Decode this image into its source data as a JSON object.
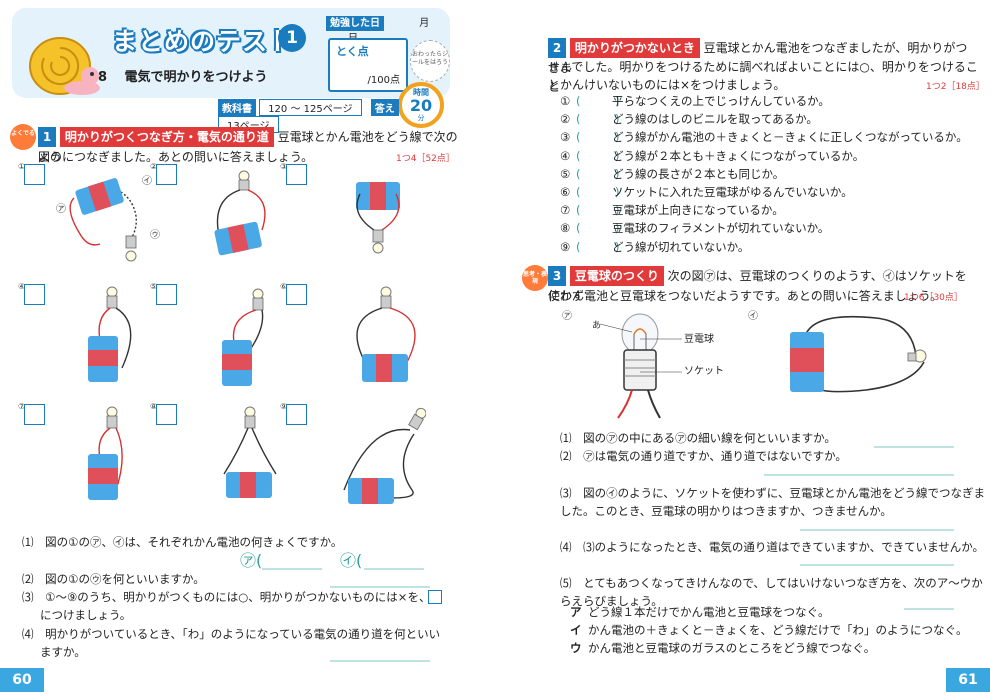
{
  "header": {
    "title": "まとめのテスト",
    "title_num": "1",
    "unit_num": "8",
    "unit_title": "電気で明かりをつけよう",
    "study_date_label": "勉強した日",
    "month": "月",
    "day": "日",
    "score_label": "とく点",
    "score_total": "/100点",
    "sticker_text": "おわったらシールをはろう",
    "time_label": "時間",
    "time_value": "20",
    "time_unit": "分",
    "textbook_label": "教科書",
    "textbook_pages": "120 ～ 125ページ",
    "answer_label": "答え",
    "answer_page": "13ページ"
  },
  "section1": {
    "num": "1",
    "badge": "よくでる",
    "title": "明かりがつくつなぎ方・電気の通り道",
    "text_line1": "豆電球とかん電池をどう線で次の図の",
    "text_line2": "ようにつなぎました。あとの問いに答えましょう。",
    "points": "1つ4［52点］",
    "figures": [
      "①",
      "②",
      "③",
      "④",
      "⑤",
      "⑥",
      "⑦",
      "⑧",
      "⑨"
    ],
    "labels_a": "㋐",
    "labels_i": "㋑",
    "labels_u": "㋒",
    "questions": [
      {
        "num": "⑴",
        "text": "図の①の㋐、㋑は、それぞれかん電池の何きょくですか。",
        "a1": "㋐(",
        "a2": "㋑("
      },
      {
        "num": "⑵",
        "text": "図の①の㋒を何といいますか。"
      },
      {
        "num": "⑶",
        "text1": "①～⑨のうち、明かりがつくものには○、明かりがつかないものには×を、",
        "text2": "につけましょう。"
      },
      {
        "num": "⑷",
        "text1": "明かりがついているとき、「わ」のようになっている電気の通り道を何といい",
        "text2": "ますか。"
      }
    ]
  },
  "section2": {
    "num": "2",
    "title": "明かりがつかないとき",
    "text_line1": "豆電球とかん電池をつなぎましたが、明かりがつきま",
    "text_line2": "せんでした。明かりをつけるために調べればよいことには○、明かりをつけること",
    "text_line3": "とかんけいないものには×をつけましょう。",
    "points": "1つ2［18点］",
    "items": [
      {
        "num": "①",
        "text": "平らなつくえの上でじっけんしているか。"
      },
      {
        "num": "②",
        "text": "どう線のはしのビニルを取ってあるか。"
      },
      {
        "num": "③",
        "text": "どう線がかん電池の＋きょくと－きょくに正しくつながっているか。"
      },
      {
        "num": "④",
        "text": "どう線が２本とも＋きょくにつながっているか。"
      },
      {
        "num": "⑤",
        "text": "どう線の長さが２本とも同じか。"
      },
      {
        "num": "⑥",
        "text": "ソケットに入れた豆電球がゆるんでいないか。"
      },
      {
        "num": "⑦",
        "text": "豆電球が上向きになっているか。"
      },
      {
        "num": "⑧",
        "text": "豆電球のフィラメントが切れていないか。"
      },
      {
        "num": "⑨",
        "text": "どう線が切れていないか。"
      }
    ]
  },
  "section3": {
    "num": "3",
    "badge": "思考・表現",
    "title": "豆電球のつくり",
    "text_line1": "次の図㋐は、豆電球のつくりのようす、㋑はソケットを使わず",
    "text_line2": "にかん電池と豆電球をつないだようすです。あとの問いに答えましょう。",
    "points": "1つ6［30点］",
    "fig_a": "㋐",
    "fig_i": "㋑",
    "fig_circle_a": "あ",
    "label_bulb": "豆電球",
    "label_socket": "ソケット",
    "questions": [
      {
        "num": "⑴",
        "text": "図の㋐の中にある㋐の細い線を何といいますか。"
      },
      {
        "num": "⑵",
        "text": "㋐は電気の通り道ですか、通り道ではないですか。"
      },
      {
        "num": "⑶",
        "text1": "図の㋑のように、ソケットを使わずに、豆電球とかん電池をどう線でつなぎま",
        "text2": "した。このとき、豆電球の明かりはつきますか、つきませんか。"
      },
      {
        "num": "⑷",
        "text": "⑶のようになったとき、電気の通り道はできていますか、できていませんか。"
      },
      {
        "num": "⑸",
        "text1": "とてもあつくなってきけんなので、してはいけないつなぎ方を、次のア～ウか",
        "text2": "らえらびましょう。"
      }
    ],
    "choices": [
      {
        "letter": "ア",
        "text": "どう線１本だけでかん電池と豆電球をつなぐ。"
      },
      {
        "letter": "イ",
        "text": "かん電池の＋きょくと－きょくを、どう線だけで「わ」のようにつなぐ。"
      },
      {
        "letter": "ウ",
        "text": "かん電池と豆電球のガラスのところをどう線でつなぐ。"
      }
    ]
  },
  "footer": {
    "left_page": "60",
    "right_page": "61"
  }
}
